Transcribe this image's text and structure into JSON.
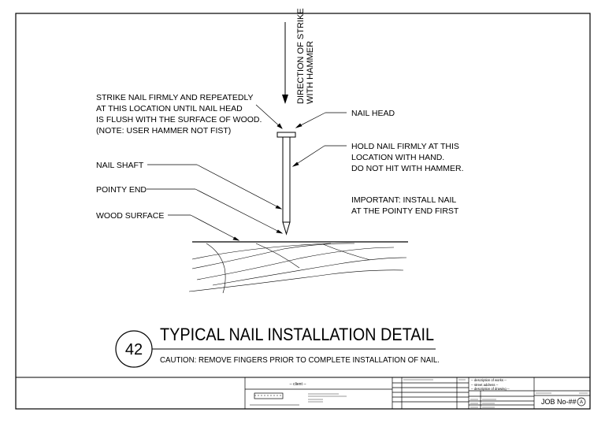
{
  "direction_label_line1": "DIRECTION OF STRIKE",
  "direction_label_line2": "WITH HAMMER",
  "strike_note": [
    "STRIKE NAIL FIRMLY AND REPEATEDLY",
    "AT THIS LOCATION UNTIL NAIL HEAD",
    "IS FLUSH WITH THE SURFACE  OF WOOD.",
    "(NOTE: USER HAMMER NOT FIST)"
  ],
  "nail_head_label": "NAIL HEAD",
  "hold_note": [
    "HOLD NAIL FIRMLY AT THIS",
    "LOCATION WITH HAND.",
    "DO NOT HIT WITH HAMMER."
  ],
  "nail_shaft_label": "NAIL SHAFT",
  "pointy_end_label": "POINTY END",
  "important_note": [
    "IMPORTANT: INSTALL NAIL",
    "AT THE POINTY END FIRST"
  ],
  "wood_surface_label": "WOOD SURFACE",
  "detail_number": "42",
  "detail_title": "TYPICAL NAIL INSTALLATION DETAIL",
  "detail_caution": "CAUTION: REMOVE FINGERS PRIOR TO COMPLETE INSTALLATION OF NAIL.",
  "title_block": {
    "client": "-- client --",
    "desc_lines": [
      "-- description of works --",
      "-- street address --",
      "-- description of drawing --"
    ],
    "job_no": "JOB No-##",
    "rev": "A"
  }
}
